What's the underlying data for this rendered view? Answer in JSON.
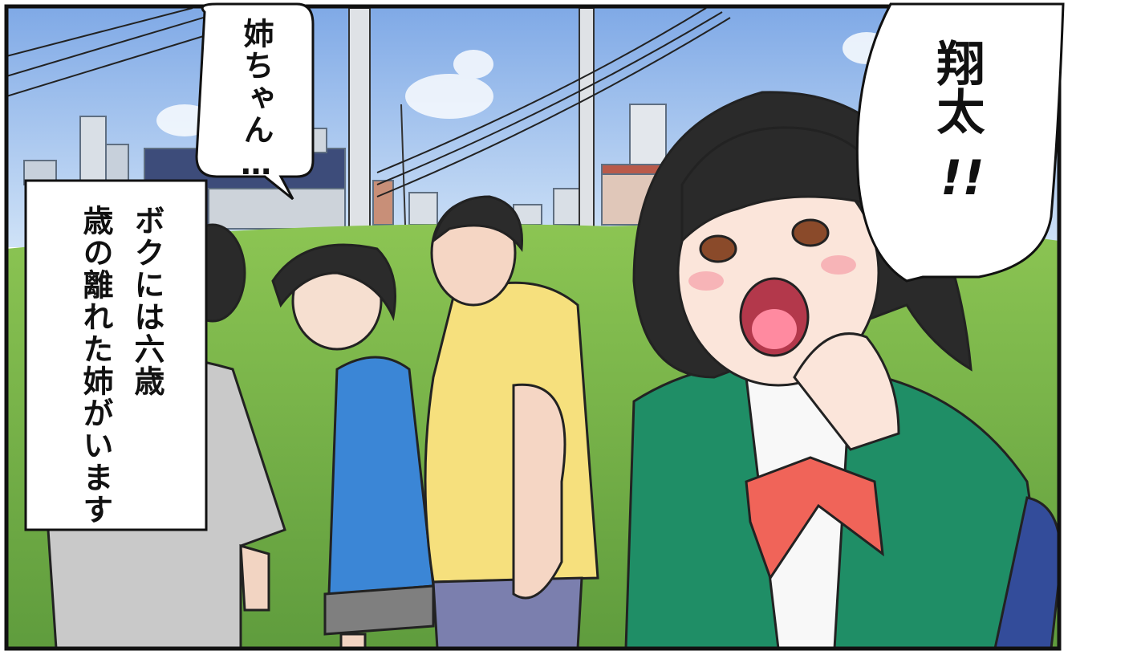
{
  "panel": {
    "speech_bubble_small": "姉ちゃん…",
    "caption_line1": "ボクには六歳",
    "caption_line2": "歳の離れた姉がいます",
    "speech_bubble_large_line1": "翔太",
    "speech_bubble_large_line2": "!!"
  },
  "colors": {
    "sky": "#a9c8ef",
    "grass": "#7fb94f",
    "blazer": "#1f8e66",
    "ribbon": "#f06459",
    "yellow_shirt": "#f6e07d",
    "blue_shirt": "#3b86d6",
    "grey_shirt": "#c9c9c9"
  }
}
